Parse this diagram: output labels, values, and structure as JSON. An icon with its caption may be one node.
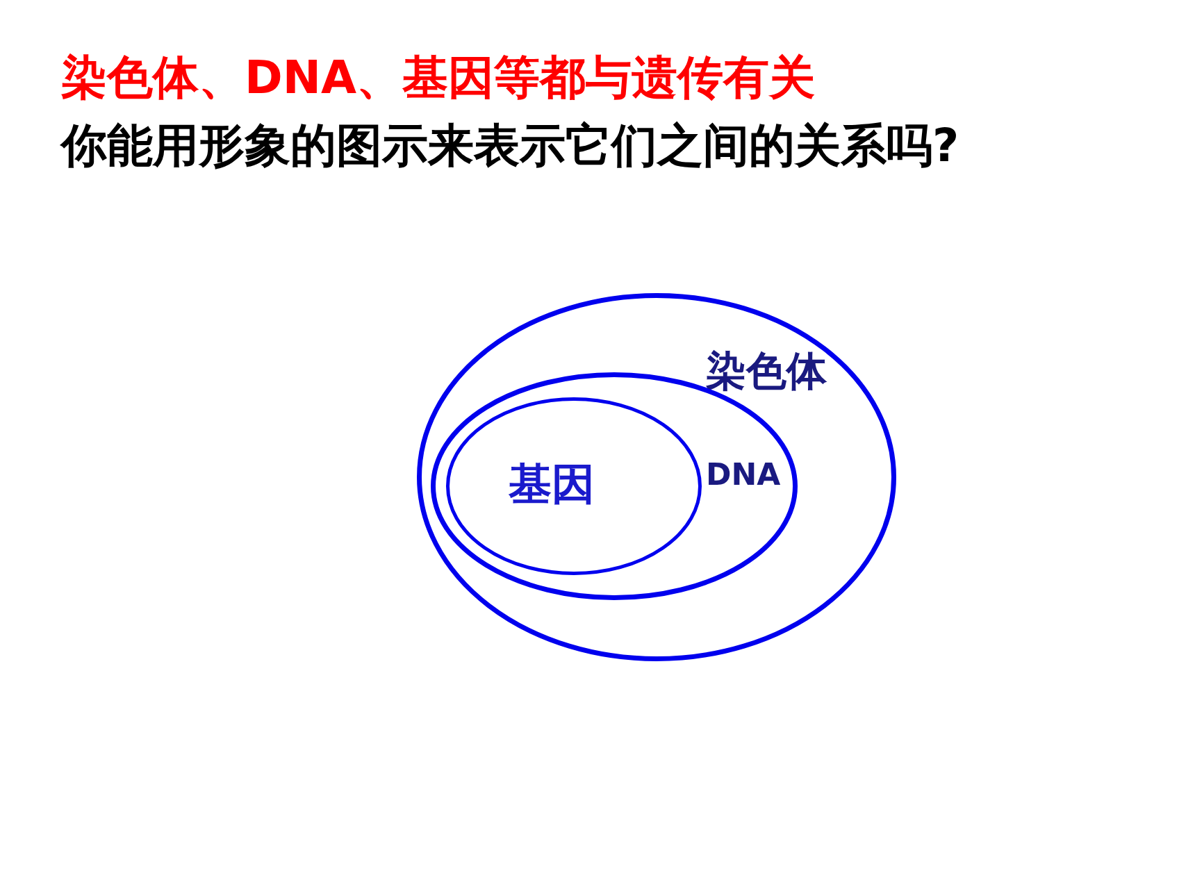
{
  "diagram": {
    "title": "染色体、DNA、基因等都与遗传有关",
    "nodes": [
      {
        "text": [
          "染色体"
        ]
      },
      {
        "text": [
          "DNA"
        ],
        "in": 0
      },
      {
        "text": [
          "基因"
        ],
        "in": 1
      }
    ],
    "labels": [
      "你能用形象的图示来表示它们之间的关系吗?"
    ]
  }
}
